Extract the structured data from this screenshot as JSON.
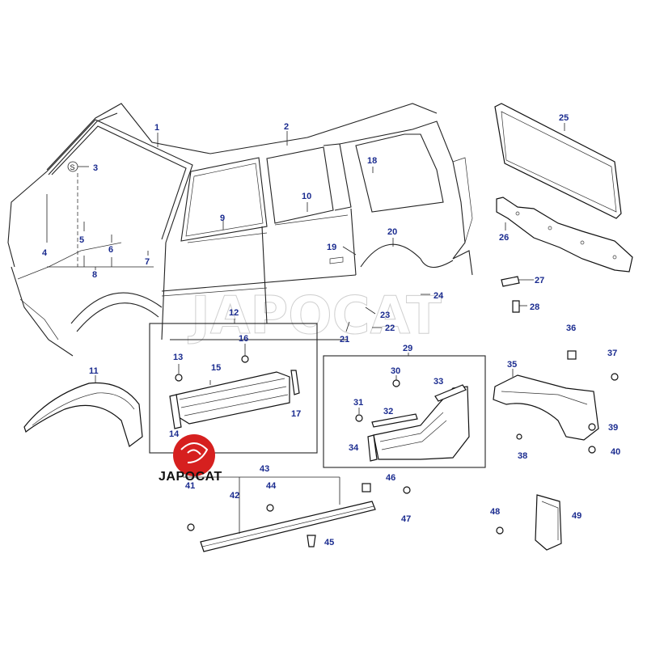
{
  "watermark": "JAPOCAT",
  "logo": {
    "text": "JAPOCAT",
    "color": "#d6201f"
  },
  "callouts": [
    "1",
    "2",
    "3",
    "4",
    "5",
    "6",
    "7",
    "8",
    "9",
    "10",
    "11",
    "12",
    "13",
    "14",
    "15",
    "16",
    "17",
    "18",
    "19",
    "20",
    "21",
    "22",
    "23",
    "24",
    "25",
    "26",
    "27",
    "28",
    "29",
    "30",
    "31",
    "32",
    "33",
    "34",
    "35",
    "36",
    "37",
    "38",
    "39",
    "40",
    "41",
    "42",
    "43",
    "44",
    "45",
    "46",
    "47",
    "48",
    "49"
  ],
  "badge": "S",
  "colors": {
    "callout": "#1a2b8f",
    "line": "#222222",
    "logo_red": "#d6201f"
  }
}
